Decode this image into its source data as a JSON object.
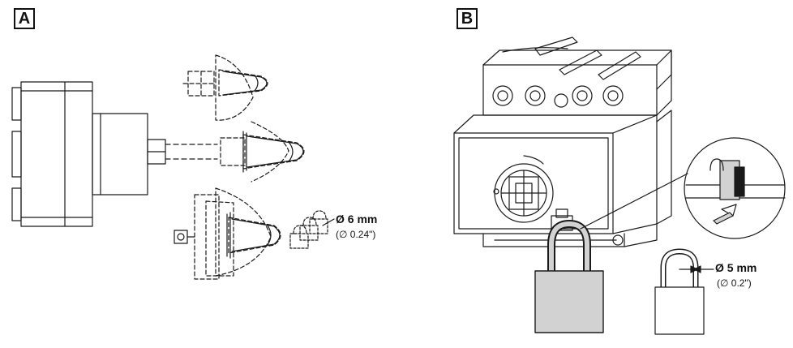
{
  "panels": {
    "a": {
      "label": "A"
    },
    "b": {
      "label": "B"
    }
  },
  "dimensions": {
    "shackle_a": {
      "metric": "Ø 6 mm",
      "imperial": "(∅ 0.24\")"
    },
    "shackle_b": {
      "metric": "Ø 5  mm",
      "imperial": "(∅ 0.2\")"
    }
  },
  "colors": {
    "line": "#1a1a1a",
    "padlock_fill": "#d2d2d2",
    "background": "#ffffff"
  }
}
